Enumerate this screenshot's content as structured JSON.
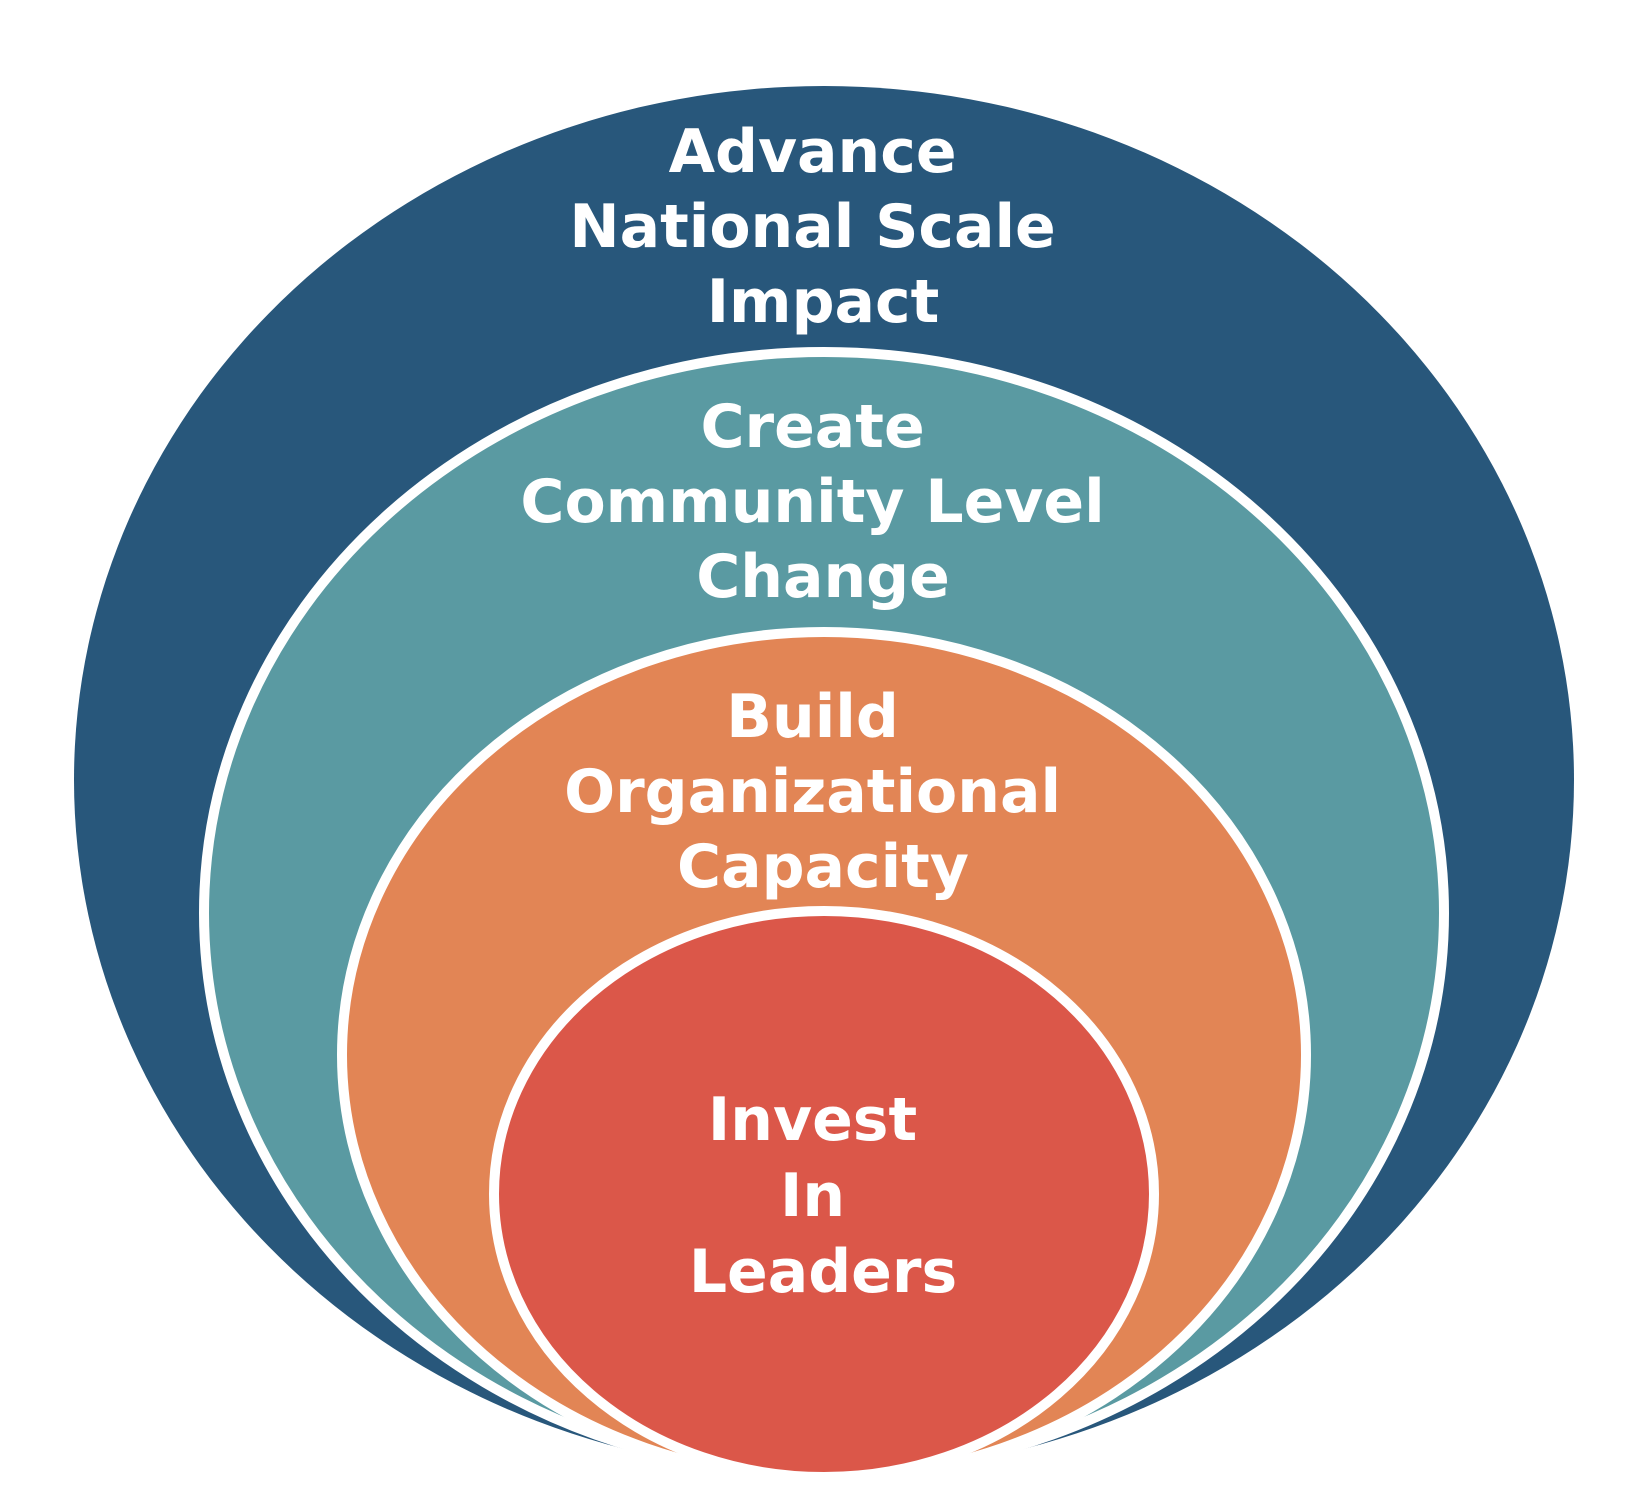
{
  "diagram": {
    "type": "nested-ellipses",
    "rings": [
      {
        "id": "national",
        "lines": [
          "Advance",
          "National Scale",
          "Impact"
        ],
        "color": "#28577b"
      },
      {
        "id": "community",
        "lines": [
          "Create",
          "Community Level",
          "Change"
        ],
        "color": "#5a9aa2"
      },
      {
        "id": "organization",
        "lines": [
          "Build",
          "Organizational",
          "Capacity"
        ],
        "color": "#e28555"
      },
      {
        "id": "leaders",
        "lines": [
          "Invest",
          "In",
          "Leaders"
        ],
        "color": "#db5749"
      }
    ],
    "separator_color": "#ffffff"
  }
}
